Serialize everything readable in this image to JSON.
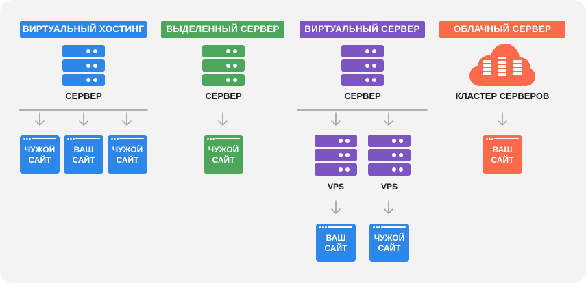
{
  "colors": {
    "blue": "#2e86e8",
    "green": "#4ca75a",
    "purple": "#7d55c0",
    "orange": "#ff6a4d",
    "line": "#9a9a9a"
  },
  "columns": [
    {
      "title": "ВИРТУАЛЬНЫЙ ХОСТИНГ",
      "server_label": "СЕРВЕР"
    },
    {
      "title": "ВЫДЕЛЕННЫЙ СЕРВЕР",
      "server_label": "СЕРВЕР"
    },
    {
      "title": "ВИРТУАЛЬНЫЙ СЕРВЕР",
      "server_label": "СЕРВЕР"
    },
    {
      "title": "ОБЛАЧНЫЙ СЕРВЕР",
      "server_label": "КЛАСТЕР СЕРВЕРОВ"
    }
  ],
  "vps_label": "VPS",
  "sites": {
    "shared": [
      {
        "line1": "ЧУЖОЙ",
        "line2": "САЙТ"
      },
      {
        "line1": "ВАШ",
        "line2": "САЙТ"
      },
      {
        "line1": "ЧУЖОЙ",
        "line2": "САЙТ"
      }
    ],
    "dedicated": {
      "line1": "ЧУЖОЙ",
      "line2": "САЙТ"
    },
    "vps": [
      {
        "line1": "ВАШ",
        "line2": "САЙТ"
      },
      {
        "line1": "ЧУЖОЙ",
        "line2": "САЙТ"
      }
    ],
    "cloud": {
      "line1": "ВАШ",
      "line2": "САЙТ"
    }
  }
}
